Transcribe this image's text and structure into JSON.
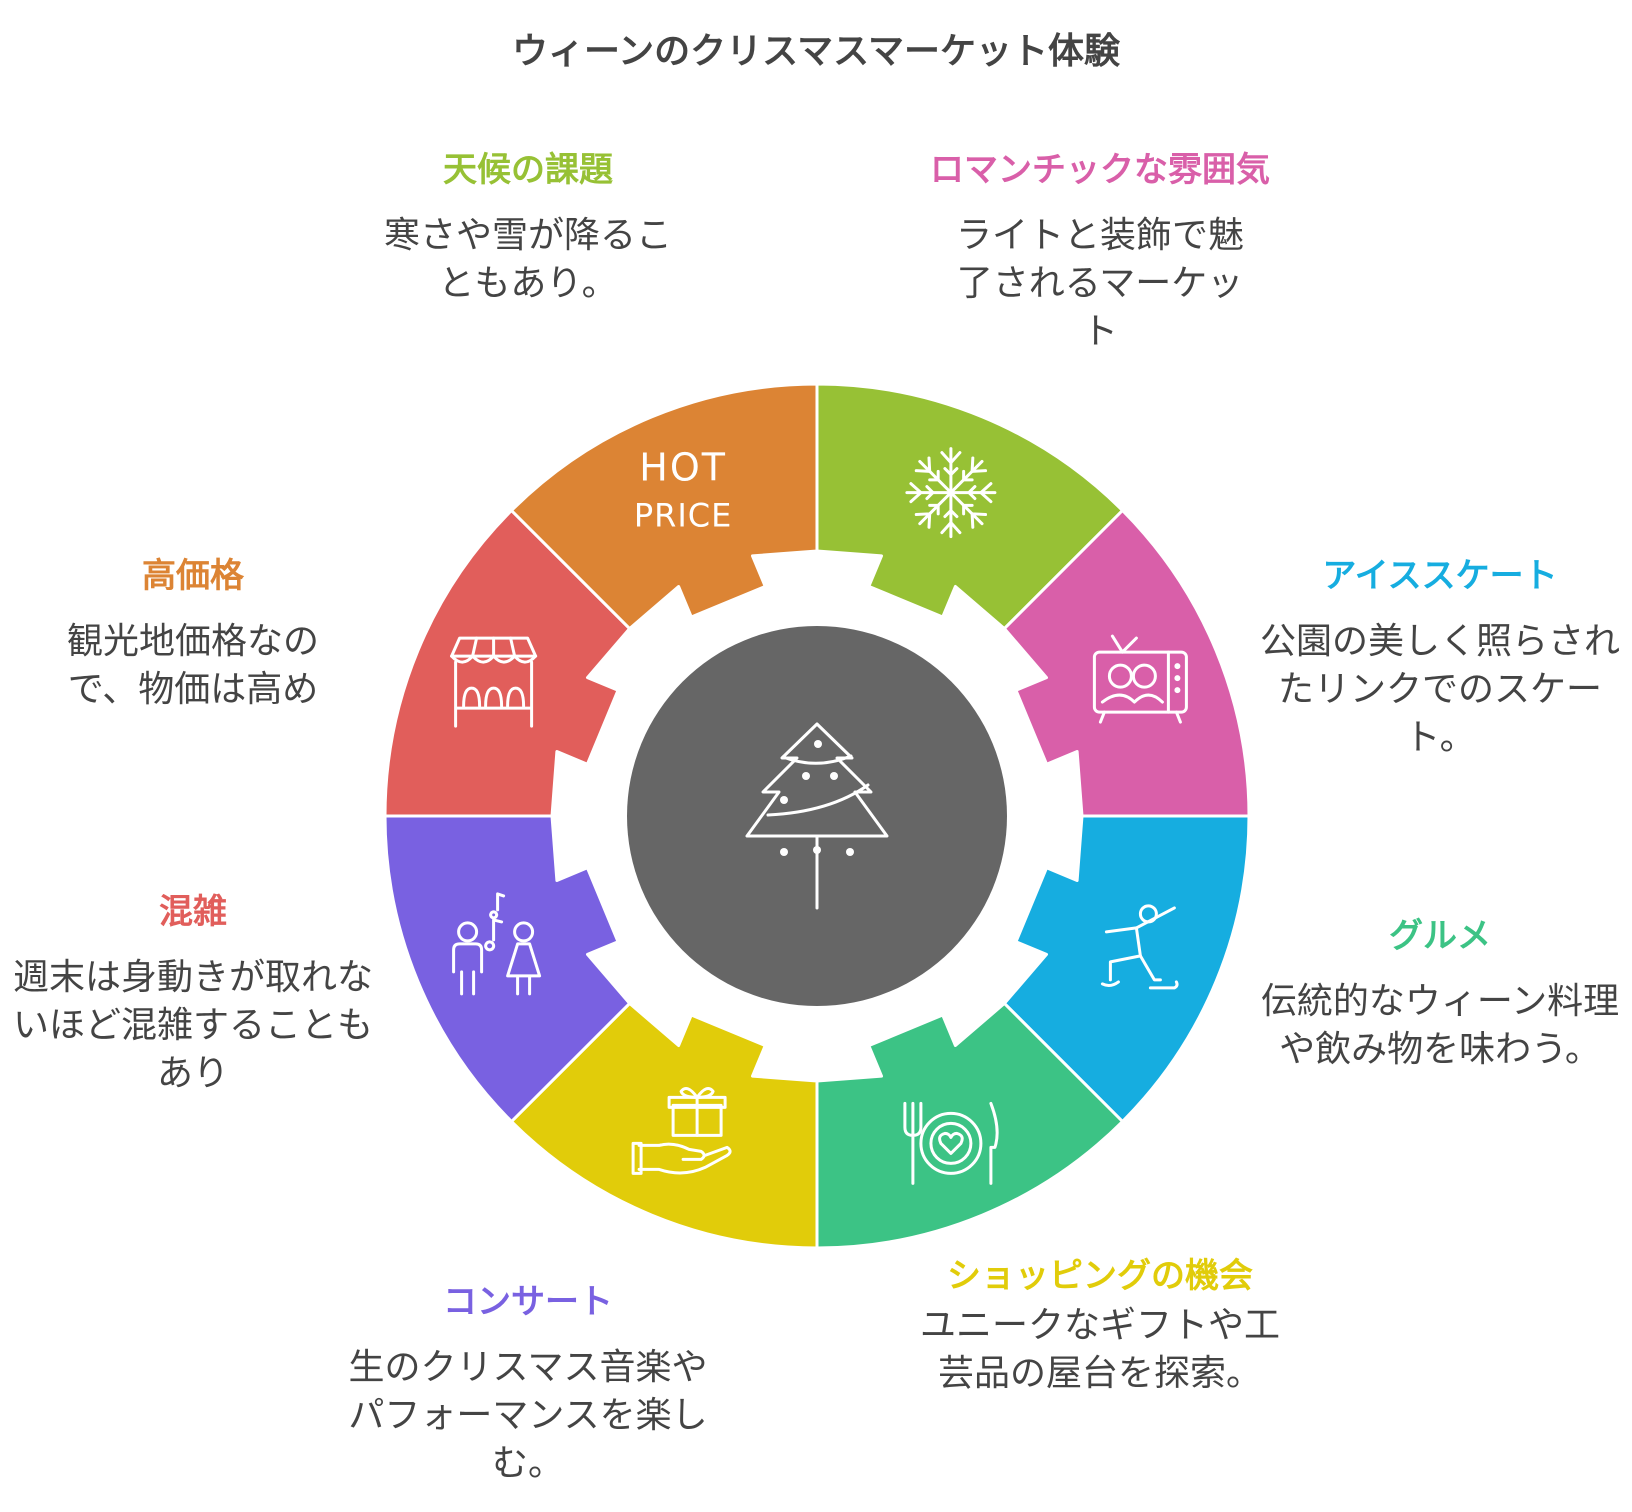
{
  "title": "ウィーンのクリスマスマーケット体験",
  "center": {
    "icon": "christmas-tree-icon",
    "color": "#666666"
  },
  "segments": [
    {
      "id": "weather",
      "heading": "天候の課題",
      "text": "寒さや雪が降ることもあり。",
      "color": "#97c135",
      "icon": "snowflake-icon"
    },
    {
      "id": "romantic",
      "heading": "ロマンチックな雰囲気",
      "text": "ライトと装飾で魅了されるマーケット",
      "color": "#d95fa9",
      "icon": "tv-icon"
    },
    {
      "id": "skating",
      "heading": "アイススケート",
      "text": "公園の美しく照らされたリンクでのスケート。",
      "color": "#16ade0",
      "icon": "ice-skater-icon"
    },
    {
      "id": "gourmet",
      "heading": "グルメ",
      "text": "伝統的なウィーン料理や飲み物を味わう。",
      "color": "#3cc385",
      "icon": "plate-cutlery-icon"
    },
    {
      "id": "shopping",
      "heading": "ショッピングの機会",
      "text": "ユニークなギフトや工芸品の屋台を探索。",
      "color": "#e1cc0a",
      "icon": "gift-hand-icon"
    },
    {
      "id": "concert",
      "heading": "コンサート",
      "text": "生のクリスマス音楽やパフォーマンスを楽しむ。",
      "color": "#7961e1",
      "icon": "singers-icon"
    },
    {
      "id": "crowded",
      "heading": "混雑",
      "text": "週末は身動きが取れないほど混雑することもあり",
      "color": "#e15e5b",
      "icon": "market-stall-icon"
    },
    {
      "id": "price",
      "heading": "高価格",
      "text": "観光地価格なので、物価は高め",
      "color": "#dc8434",
      "icon": "hot-price-icon",
      "icon_text": [
        "HOT",
        "PRICE"
      ]
    }
  ]
}
